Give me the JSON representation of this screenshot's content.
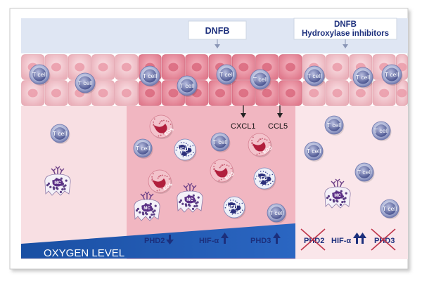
{
  "labels": {
    "dnfb_left": "DNFB",
    "dnfb_right": "DNFB",
    "hydroxylase": "Hydroxylase inhibitors",
    "cxcl1": "CXCL1",
    "ccl5": "CCL5",
    "oxygen_level": "OXYGEN LEVEL",
    "phd2_mid": "PHD2",
    "hif_mid": "HIF-α",
    "phd3_mid": "PHD3",
    "phd2_right": "PHD2",
    "hif_right": "HIF-α",
    "phd3_right": "PHD3"
  },
  "cells": {
    "tcell": "T cell",
    "eos": "EOS",
    "neu": "NEU",
    "mc": "MC"
  },
  "colors": {
    "sky": "#dfe6f3",
    "epi_light": "#f4c9cf",
    "epi_mid": "#ef99a6",
    "tissue_left": "#f8dfe3",
    "tissue_mid": "#f1b6c1",
    "tissue_right": "#fae6ea",
    "oxygen": "#1a4fa3",
    "arrow_blue": "#1c2f7c",
    "cross_red": "#c0354a"
  }
}
